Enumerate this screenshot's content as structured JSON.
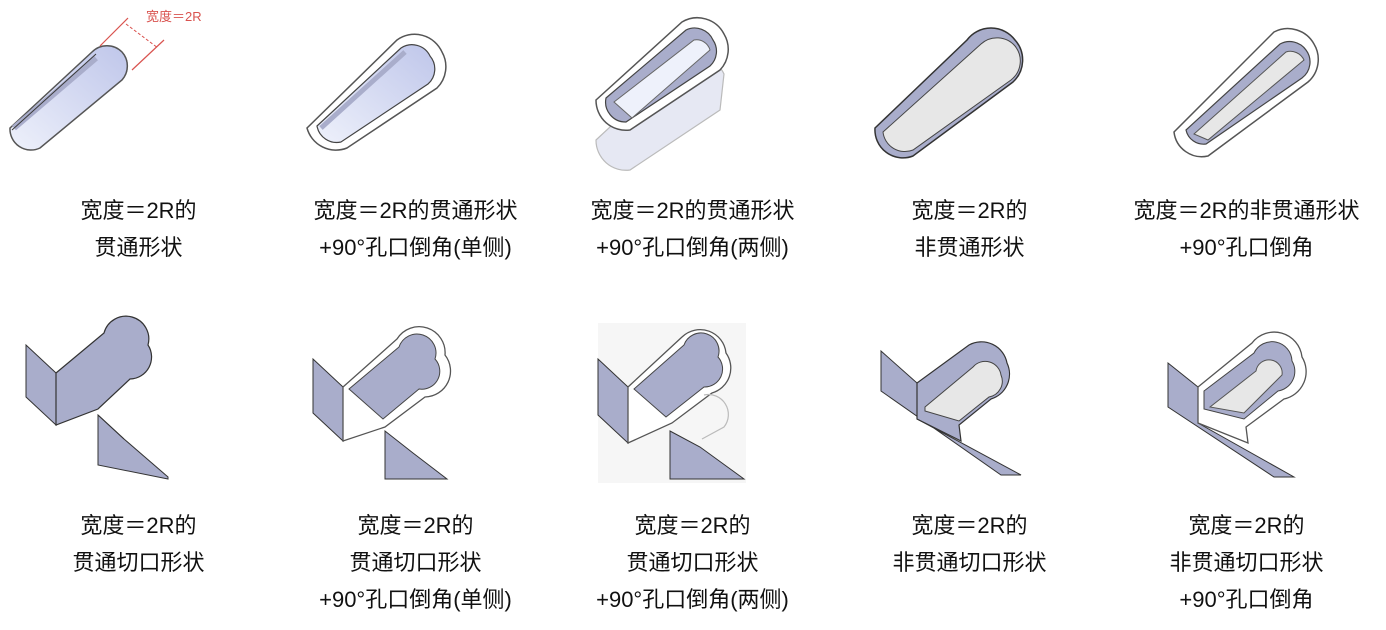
{
  "colors": {
    "face": "#a9adcb",
    "face_light": "#c7cbe4",
    "slot_inner": "#e2e7f7",
    "blind_floor": "#e7e7e7",
    "rim": "#ffffff",
    "stroke": "#3a3a3a",
    "dimension": "#d9534f"
  },
  "dimension_label": "宽度＝2R",
  "top_row": [
    {
      "name": "through-slot",
      "lines": [
        "宽度＝2R的",
        "贯通形状"
      ]
    },
    {
      "name": "through-slot-chamfer-single",
      "lines": [
        "宽度＝2R的贯通形状",
        "+90°孔口倒角(单侧)"
      ]
    },
    {
      "name": "through-slot-chamfer-both",
      "lines": [
        "宽度＝2R的贯通形状",
        "+90°孔口倒角(两侧)"
      ]
    },
    {
      "name": "blind-slot",
      "lines": [
        "宽度＝2R的",
        "非贯通形状"
      ]
    },
    {
      "name": "blind-slot-chamfer",
      "lines": [
        "宽度＝2R的非贯通形状",
        "+90°孔口倒角"
      ]
    }
  ],
  "bottom_row": [
    {
      "name": "through-notch",
      "lines": [
        "宽度＝2R的",
        "贯通切口形状"
      ]
    },
    {
      "name": "through-notch-chamfer-single",
      "lines": [
        "宽度＝2R的",
        "贯通切口形状",
        "+90°孔口倒角(单侧)"
      ]
    },
    {
      "name": "through-notch-chamfer-both",
      "lines": [
        "宽度＝2R的",
        "贯通切口形状",
        "+90°孔口倒角(两侧)"
      ]
    },
    {
      "name": "blind-notch",
      "lines": [
        "宽度＝2R的",
        "非贯通切口形状"
      ]
    },
    {
      "name": "blind-notch-chamfer",
      "lines": [
        "宽度＝2R的",
        "非贯通切口形状",
        "+90°孔口倒角"
      ]
    }
  ]
}
